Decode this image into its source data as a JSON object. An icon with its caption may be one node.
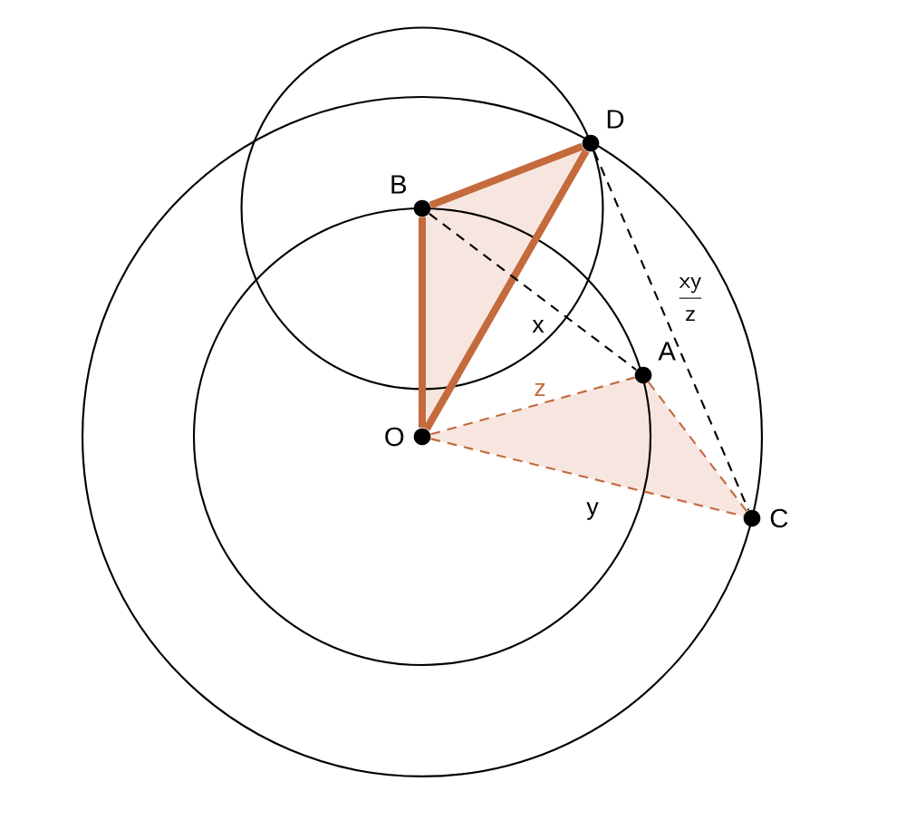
{
  "diagram": {
    "nodes": [
      {
        "text": [
          "O"
        ]
      },
      {
        "text": [
          "B"
        ]
      },
      {
        "text": [
          "D"
        ]
      },
      {
        "text": [
          "A"
        ]
      },
      {
        "text": [
          "C"
        ]
      }
    ],
    "edges": [
      {
        "from": 0,
        "to": 1,
        "arrow": "none",
        "style": "thick"
      },
      {
        "from": 1,
        "to": 2,
        "arrow": "none",
        "style": "thick"
      },
      {
        "from": 0,
        "to": 2,
        "arrow": "none",
        "style": "thick"
      },
      {
        "from": 1,
        "to": 3,
        "arrow": "none",
        "style": "dashed",
        "color": "#000000",
        "label": "x"
      },
      {
        "from": 0,
        "to": 3,
        "arrow": "none",
        "style": "dashed",
        "label": "z"
      },
      {
        "from": 3,
        "to": 4,
        "arrow": "none",
        "style": "dashed"
      },
      {
        "from": 0,
        "to": 4,
        "arrow": "none",
        "style": "dashed",
        "label": "y"
      },
      {
        "from": 2,
        "to": 4,
        "arrow": "none",
        "style": "dashed",
        "color": "#000000",
        "label": "\\frac{\\mathsf{xy}}{\\mathsf{z}}"
      }
    ]
  }
}
